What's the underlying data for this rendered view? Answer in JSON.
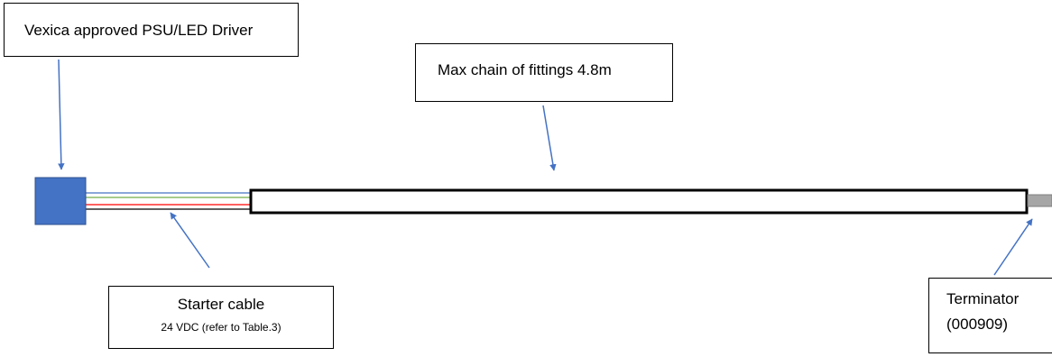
{
  "labels": {
    "psu": "Vexica approved PSU/LED Driver",
    "chain": "Max chain of fittings 4.8m",
    "starter_title": "Starter cable",
    "starter_sub": "24 VDC (refer to Table.3)",
    "terminator_line1": "Terminator",
    "terminator_line2": "(000909)"
  },
  "colors": {
    "psu_fill": "#4472C4",
    "arrow": "#4472C4",
    "wire_blue": "#4472C4",
    "wire_green": "#70AD47",
    "wire_red": "#FF0000",
    "wire_black": "#000000",
    "terminator": "#A6A6A6"
  }
}
